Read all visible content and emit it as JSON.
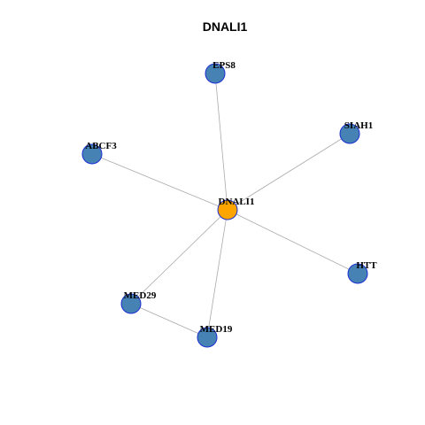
{
  "title": "DNALI1",
  "colors": {
    "center_node": "#FFA500",
    "node": "#4682B4",
    "node_border": "#1a2fd0",
    "edge": "#aaaaaa"
  },
  "nodes": [
    {
      "id": "DNALI1",
      "label": "DNALI1",
      "role": "center"
    },
    {
      "id": "EPS8",
      "label": "EPS8",
      "role": "neighbor"
    },
    {
      "id": "SIAH1",
      "label": "SIAH1",
      "role": "neighbor"
    },
    {
      "id": "ABCF3",
      "label": "ABCF3",
      "role": "neighbor"
    },
    {
      "id": "HTT",
      "label": "HTT",
      "role": "neighbor"
    },
    {
      "id": "MED29",
      "label": "MED29",
      "role": "neighbor"
    },
    {
      "id": "MED19",
      "label": "MED19",
      "role": "neighbor"
    }
  ],
  "edges": [
    {
      "source": "DNALI1",
      "target": "EPS8"
    },
    {
      "source": "DNALI1",
      "target": "SIAH1"
    },
    {
      "source": "DNALI1",
      "target": "ABCF3"
    },
    {
      "source": "DNALI1",
      "target": "HTT"
    },
    {
      "source": "DNALI1",
      "target": "MED29"
    },
    {
      "source": "DNALI1",
      "target": "MED19"
    },
    {
      "source": "MED29",
      "target": "MED19"
    }
  ]
}
